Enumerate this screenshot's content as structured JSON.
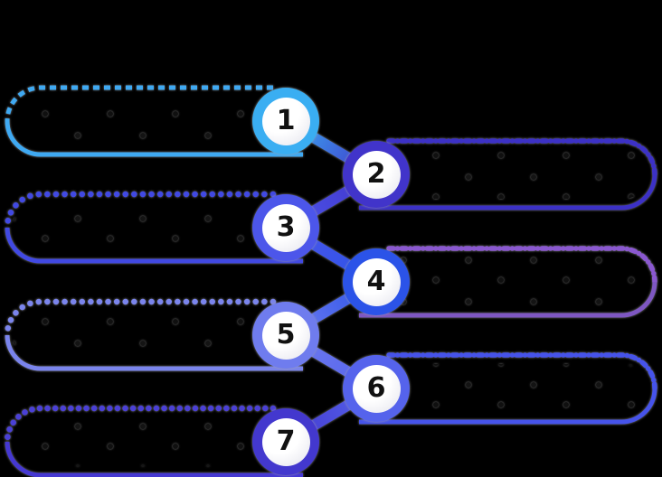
{
  "diagram": {
    "background_color": "#000000",
    "description": "7-step zigzag process infographic with numbered circle badges and empty dashed capsule outlines",
    "steps": [
      {
        "number": "1",
        "side": "left",
        "ring_color": "#3aaef2",
        "capsule_border_color": "#3fa9f2",
        "dash_pattern": "dash"
      },
      {
        "number": "2",
        "side": "right",
        "ring_color": "#4134ca",
        "capsule_border_color": "#3c31c6",
        "dash_pattern": "dash-dot"
      },
      {
        "number": "3",
        "side": "left",
        "ring_color": "#4c56ea",
        "capsule_border_color": "#4149e2",
        "dash_pattern": "dot"
      },
      {
        "number": "4",
        "side": "right",
        "ring_color": "#2b53e8",
        "capsule_border_color": "#7e57c2",
        "dash_pattern": "dash-dot"
      },
      {
        "number": "5",
        "side": "left",
        "ring_color": "#6f7cee",
        "capsule_border_color": "#7a84ec",
        "dash_pattern": "dot"
      },
      {
        "number": "6",
        "side": "right",
        "ring_color": "#5563ec",
        "capsule_border_color": "#4653ea",
        "dash_pattern": "dash-dot"
      },
      {
        "number": "7",
        "side": "left",
        "ring_color": "#4338ce",
        "capsule_border_color": "#4a40d6",
        "dash_pattern": "dot"
      }
    ]
  }
}
